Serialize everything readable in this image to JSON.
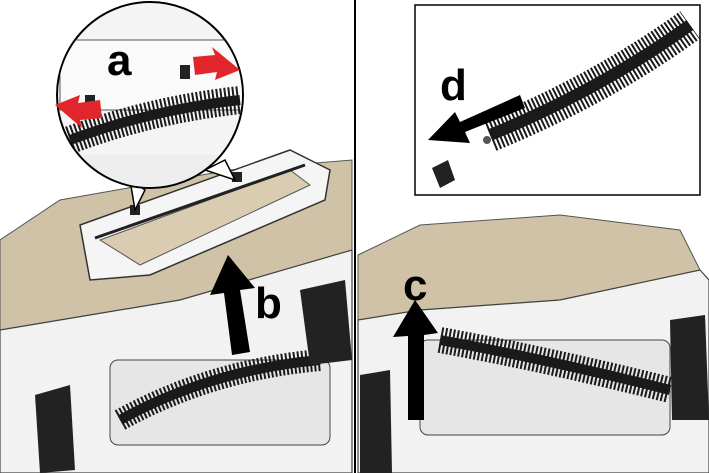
{
  "labels": {
    "a": "a",
    "b": "b",
    "c": "c",
    "d": "d"
  },
  "colors": {
    "floor": "#cfc2a6",
    "body": "#f2f2f2",
    "outline": "#333333",
    "brush": "#1a1a1a",
    "arrow": "#000000",
    "red_arrow": "#e0262b"
  }
}
